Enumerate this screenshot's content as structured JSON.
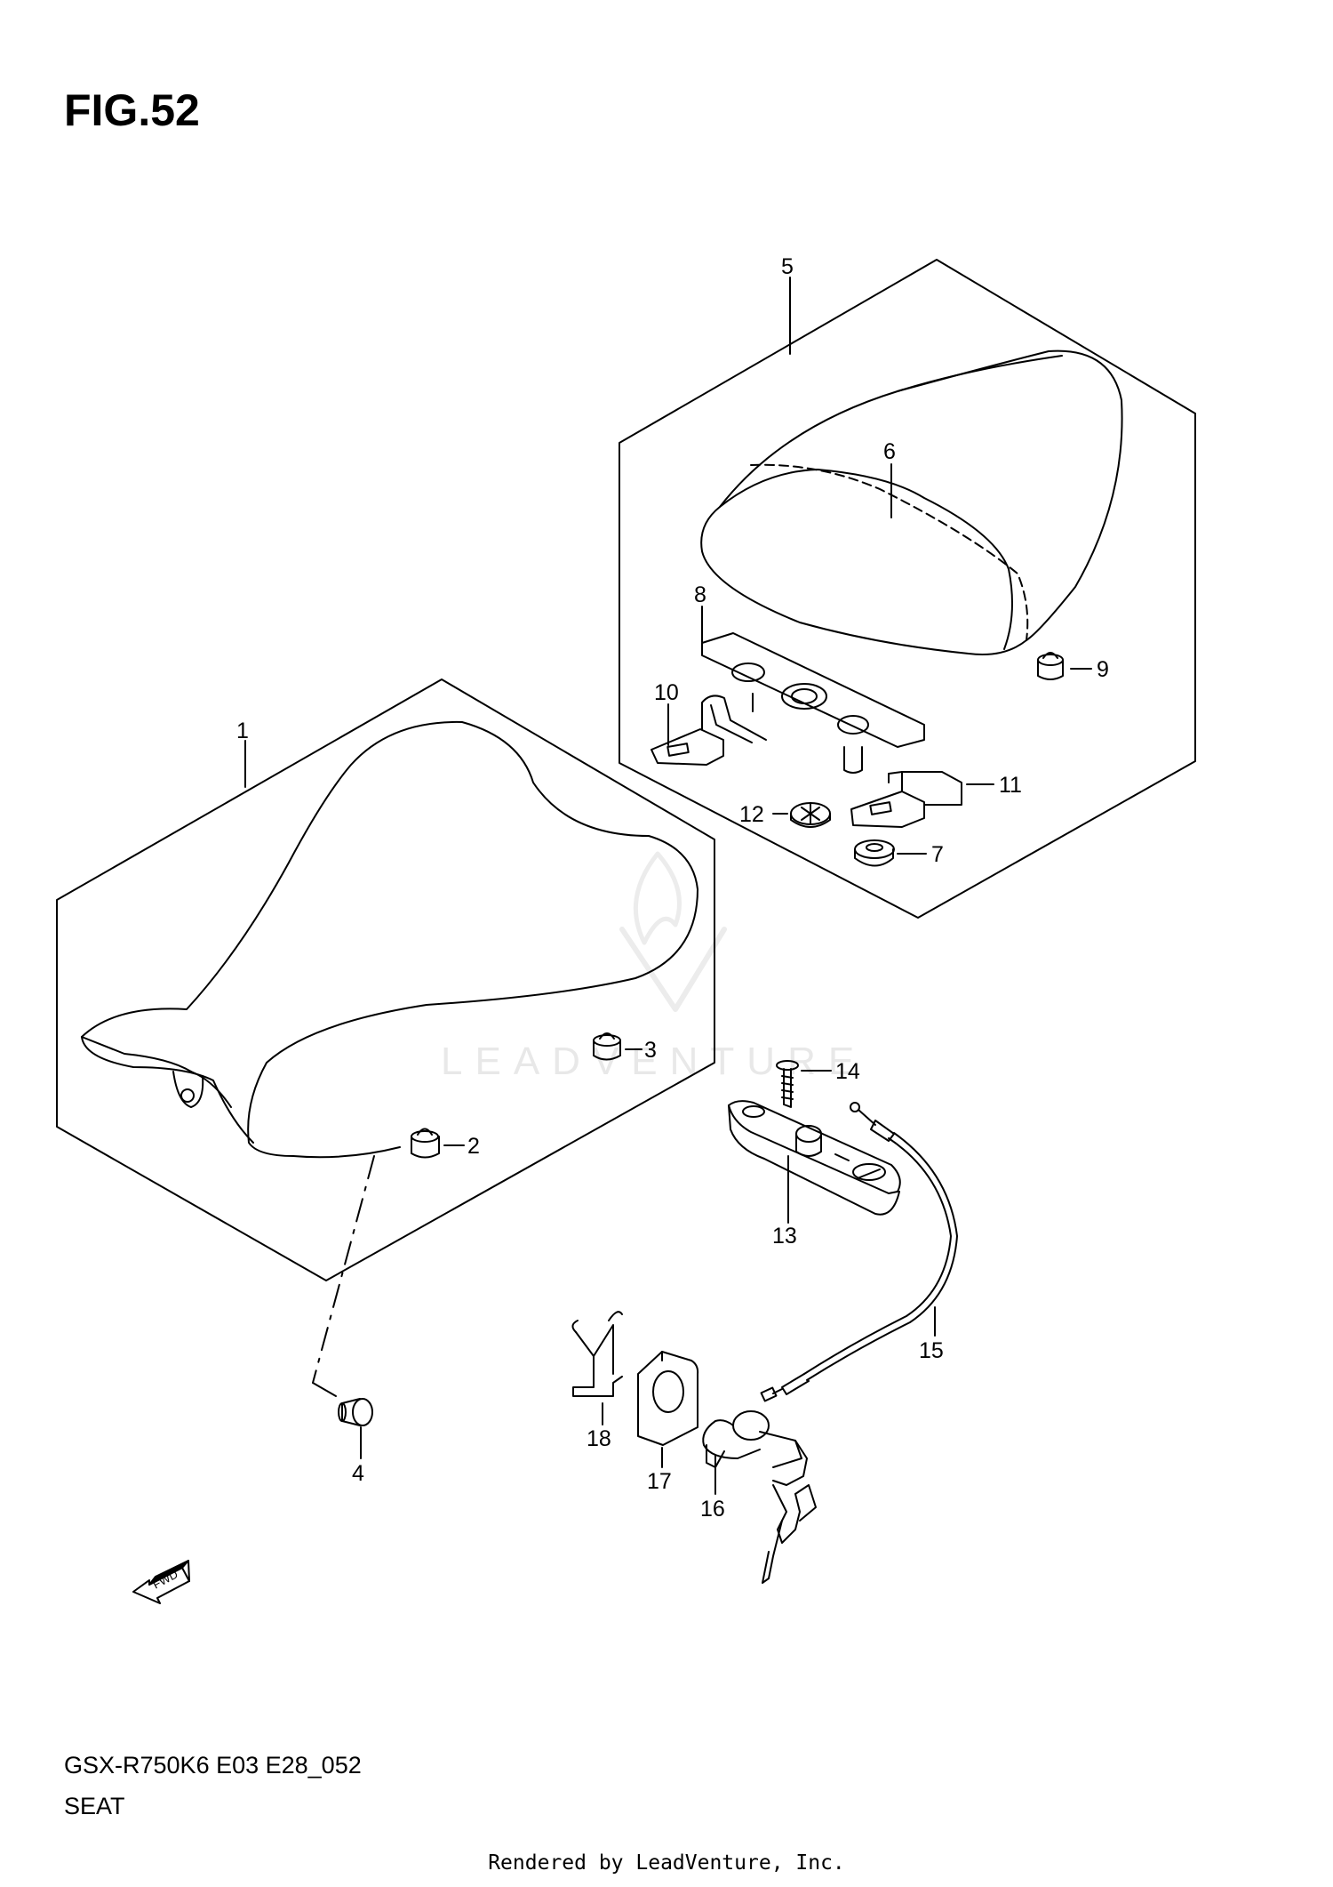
{
  "figure": {
    "title": "FIG.52",
    "model_code": "GSX-R750K6 E03 E28_052",
    "section": "SEAT",
    "credit": "Rendered by LeadVenture, Inc.",
    "watermark": "LEADVENTURE",
    "fwd_label": "FWD"
  },
  "callouts": {
    "c1": "1",
    "c2": "2",
    "c3": "3",
    "c4": "4",
    "c5": "5",
    "c6": "6",
    "c7": "7",
    "c8": "8",
    "c9": "9",
    "c10": "10",
    "c11": "11",
    "c12": "12",
    "c13": "13",
    "c14": "14",
    "c15": "15",
    "c16": "16",
    "c17": "17",
    "c18": "18"
  },
  "colors": {
    "line": "#000000",
    "watermark": "#e8e8e8"
  }
}
